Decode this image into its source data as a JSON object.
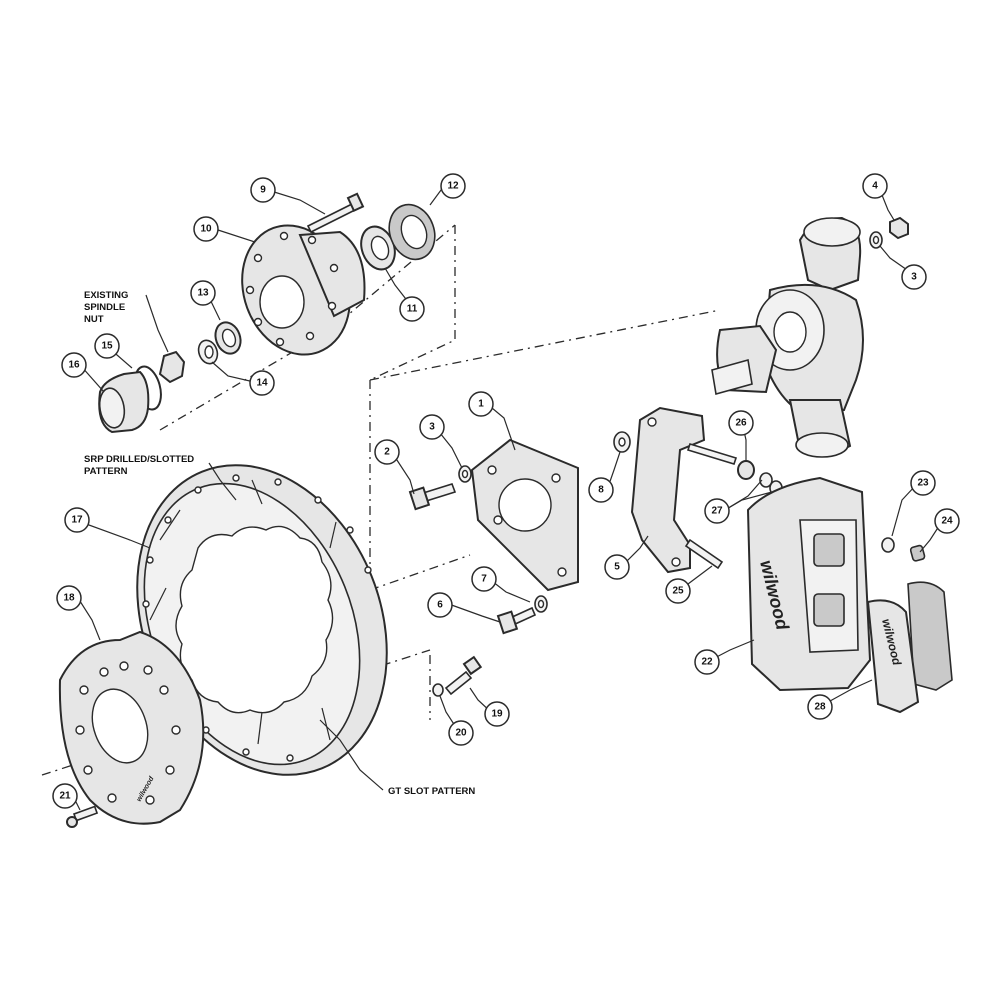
{
  "callouts": [
    {
      "id": "c1",
      "label": "1"
    },
    {
      "id": "c2",
      "label": "2"
    },
    {
      "id": "c3a",
      "label": "3"
    },
    {
      "id": "c3b",
      "label": "3"
    },
    {
      "id": "c4",
      "label": "4"
    },
    {
      "id": "c5",
      "label": "5"
    },
    {
      "id": "c6",
      "label": "6"
    },
    {
      "id": "c7",
      "label": "7"
    },
    {
      "id": "c8",
      "label": "8"
    },
    {
      "id": "c9",
      "label": "9"
    },
    {
      "id": "c10",
      "label": "10"
    },
    {
      "id": "c11",
      "label": "11"
    },
    {
      "id": "c12",
      "label": "12"
    },
    {
      "id": "c13",
      "label": "13"
    },
    {
      "id": "c14",
      "label": "14"
    },
    {
      "id": "c15",
      "label": "15"
    },
    {
      "id": "c16",
      "label": "16"
    },
    {
      "id": "c17",
      "label": "17"
    },
    {
      "id": "c18",
      "label": "18"
    },
    {
      "id": "c19",
      "label": "19"
    },
    {
      "id": "c20",
      "label": "20"
    },
    {
      "id": "c21",
      "label": "21"
    },
    {
      "id": "c22",
      "label": "22"
    },
    {
      "id": "c23",
      "label": "23"
    },
    {
      "id": "c24",
      "label": "24"
    },
    {
      "id": "c25",
      "label": "25"
    },
    {
      "id": "c26",
      "label": "26"
    },
    {
      "id": "c27",
      "label": "27"
    },
    {
      "id": "c28",
      "label": "28"
    }
  ],
  "notes": {
    "spindle_nut": [
      "EXISTING",
      "SPINDLE",
      "NUT"
    ],
    "srp_pattern": [
      "SRP DRILLED/SLOTTED",
      "PATTERN"
    ],
    "gt_slot": "GT SLOT PATTERN"
  },
  "brand": {
    "caliper": "wilwood",
    "pad": "wilwood",
    "hat": "wilwood"
  }
}
